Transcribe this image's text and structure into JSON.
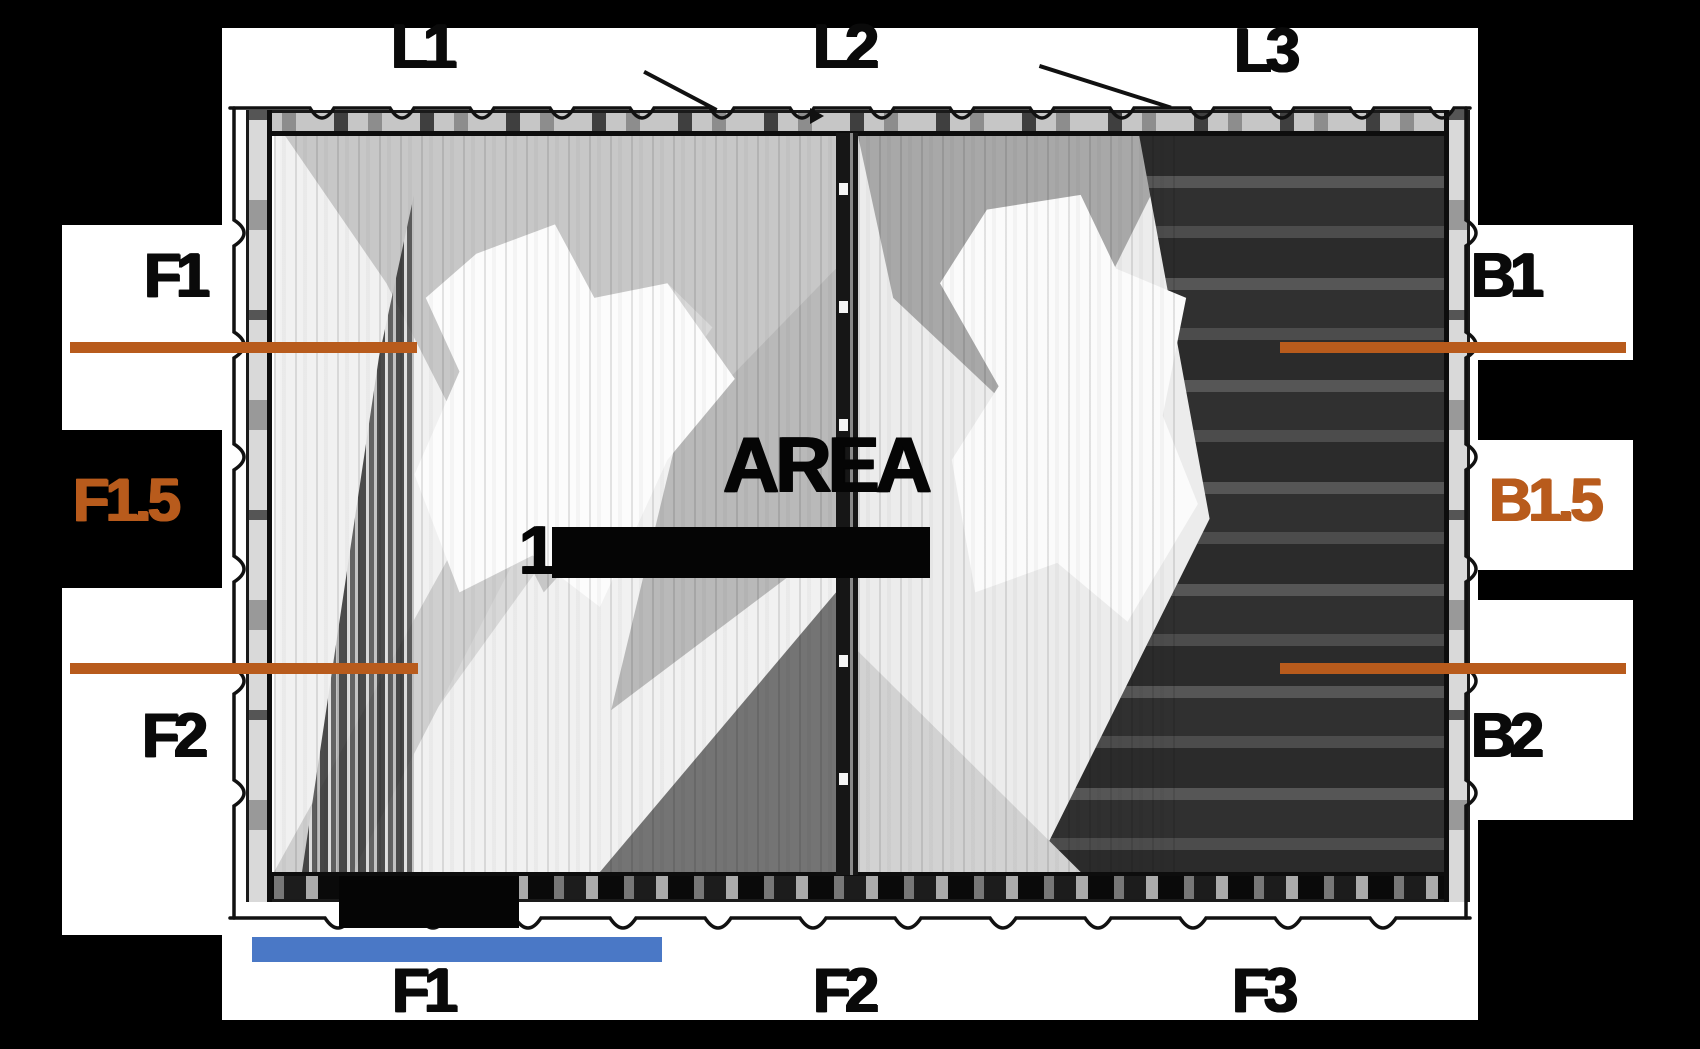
{
  "labels": {
    "top": [
      {
        "text": "L1"
      },
      {
        "text": "L2"
      },
      {
        "text": "L3"
      }
    ],
    "left": [
      {
        "text": "F1"
      },
      {
        "text": "F1.5"
      },
      {
        "text": "F2"
      }
    ],
    "right": [
      {
        "text": "B1"
      },
      {
        "text": "B1.5"
      },
      {
        "text": "B2"
      }
    ],
    "bottom": [
      {
        "text": "F1"
      },
      {
        "text": "F2"
      },
      {
        "text": "F3"
      }
    ]
  },
  "center": {
    "title": "AREA",
    "value_prefix": "1"
  },
  "colors": {
    "background": "#000000",
    "panel": "#ffffff",
    "border": "#111111",
    "accent_orange": "#b85b1c",
    "scale_bar_blue": "#4a78c6"
  },
  "measurement_lines": {
    "left_count": 2,
    "right_count": 2,
    "color": "#b85b1c"
  }
}
